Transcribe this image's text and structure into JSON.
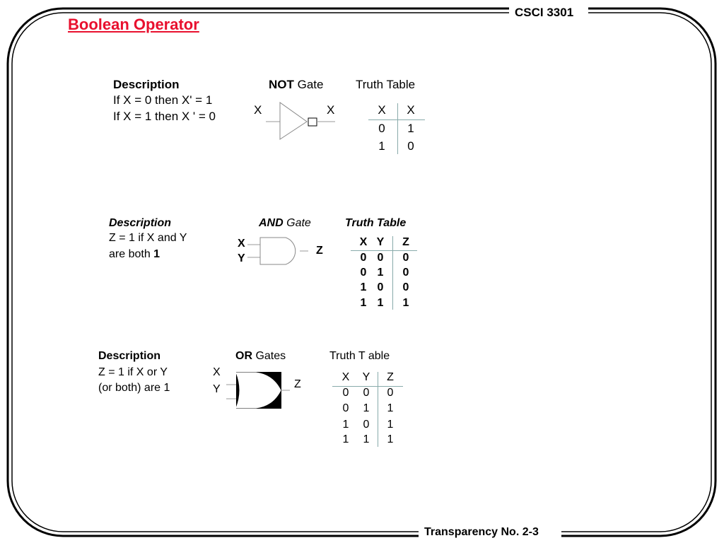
{
  "header": {
    "title": "Boolean Operator",
    "course": "CSCI 3301",
    "footer": "Transparency No. 2-3"
  },
  "not_section": {
    "desc_heading": "Description",
    "desc_line1": "If X = 0 then  X' = 1",
    "desc_line2": "If  X = 1 then  X ' = 0",
    "gate_bold": "NOT",
    "gate_word": " Gate",
    "input": "X",
    "output": "X",
    "table_title": "Truth Table",
    "table": {
      "headers": [
        "X",
        "X"
      ],
      "rows": [
        [
          "0",
          "1"
        ],
        [
          "1",
          "0"
        ]
      ]
    }
  },
  "and_section": {
    "desc_heading": "Description",
    "desc_line1": "Z = 1 if X and Y",
    "desc_line2": "are both ",
    "desc_line2_bold": "1",
    "gate_bold": "AND",
    "gate_word": " Gate",
    "input_x": "X",
    "input_y": "Y",
    "output": "Z",
    "table_title": "Truth Table",
    "table": {
      "headers": [
        "X",
        "Y",
        "Z"
      ],
      "rows": [
        [
          "0",
          "0",
          "0"
        ],
        [
          "0",
          "1",
          "0"
        ],
        [
          "1",
          "0",
          "0"
        ],
        [
          "1",
          "1",
          "1"
        ]
      ]
    }
  },
  "or_section": {
    "desc_heading": "Description",
    "desc_line1": "Z = 1 if  X or  Y",
    "desc_line2": "(or both) are 1",
    "gate_bold": "OR",
    "gate_word": " Gates",
    "input_x": "X",
    "input_y": "Y",
    "output": "Z",
    "table_title": "Truth T able",
    "table": {
      "headers": [
        "X",
        "Y",
        "Z"
      ],
      "rows": [
        [
          "0",
          "0",
          "0"
        ],
        [
          "0",
          "1",
          "1"
        ],
        [
          "1",
          "0",
          "1"
        ],
        [
          "1",
          "1",
          "1"
        ]
      ]
    }
  }
}
